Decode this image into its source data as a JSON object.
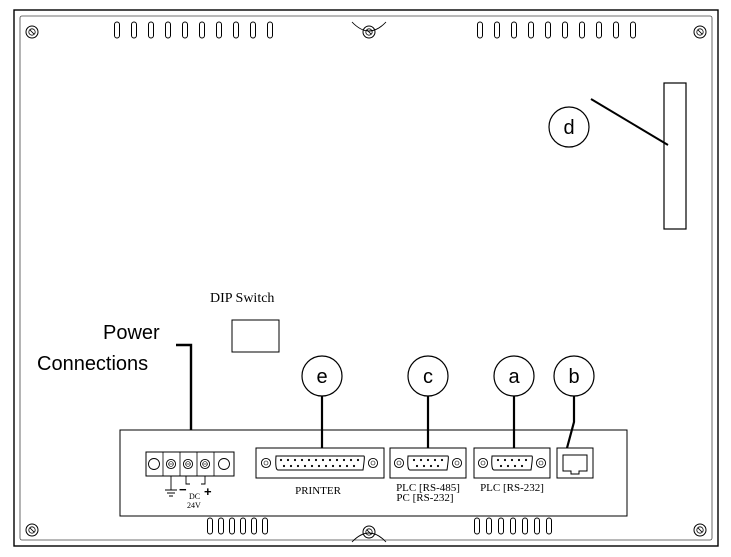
{
  "labels": {
    "dip_switch": "DIP Switch",
    "power_line1": "Power",
    "power_line2": "Connections",
    "printer": "PRINTER",
    "plc_rs485": "PLC [RS-485]",
    "pc_rs232": "PC [RS-232]",
    "plc_rs232": "PLC [RS-232]",
    "dc": "DC",
    "v24": "24V"
  },
  "callouts": {
    "a": "a",
    "b": "b",
    "c": "c",
    "d": "d",
    "e": "e"
  },
  "power_terminal_signs": {
    "minus": "−",
    "plus": "+"
  },
  "icons": [
    "mounting-screw-icon",
    "ground-symbol-icon",
    "vent-slot-icon",
    "rj45-port-icon"
  ]
}
